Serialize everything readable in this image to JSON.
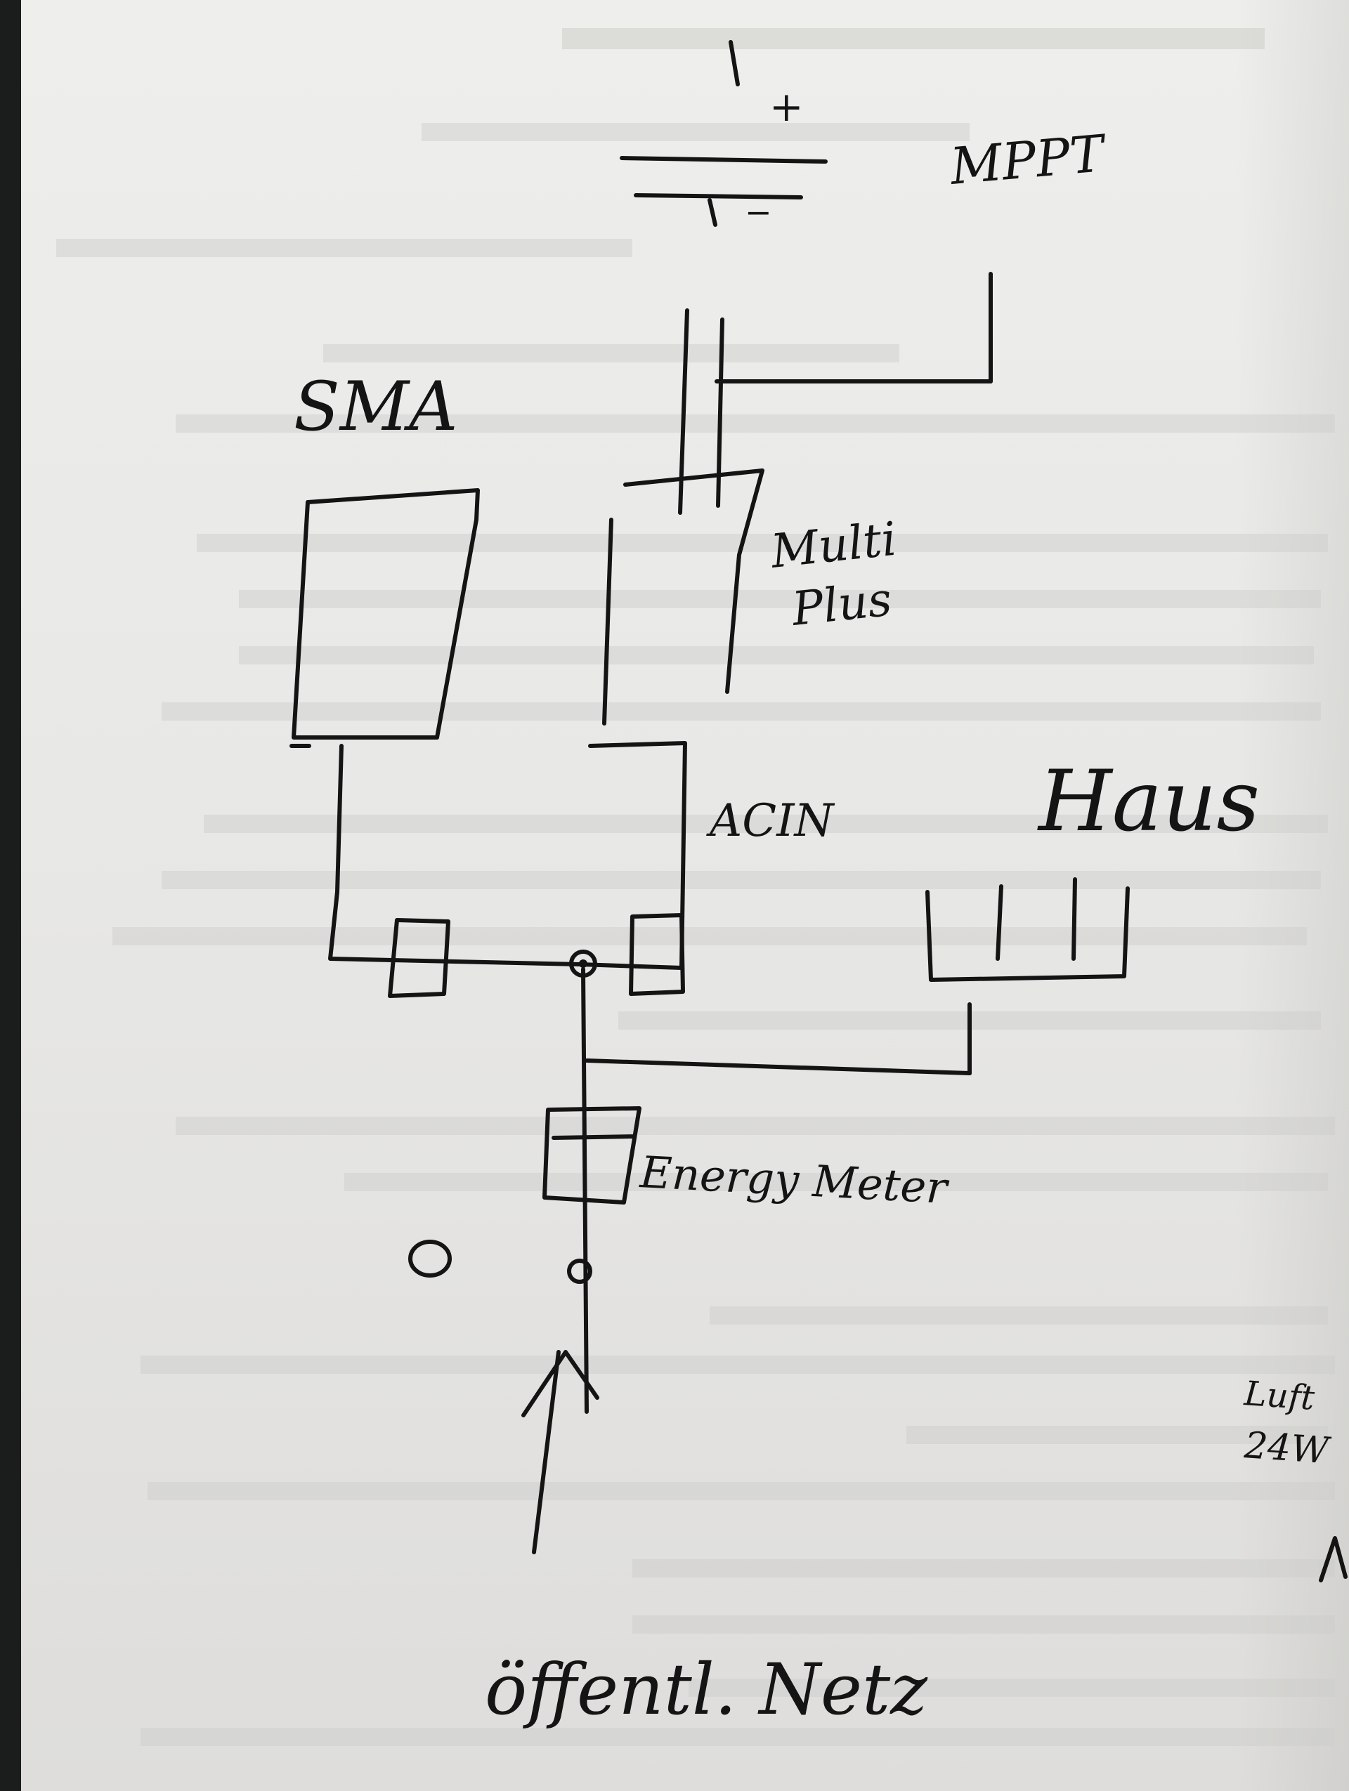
{
  "labels": {
    "battery_plus": "+",
    "battery_minus": "−",
    "mppt": "MPPT",
    "sma": "SMA",
    "multiplus_line1": "Multi",
    "multiplus_line2": "Plus",
    "acin": "ACIN",
    "haus": "Haus",
    "energy_meter": "Energy Meter",
    "power_line1": "Luft",
    "power_line2": "24W",
    "grid": "öffentl. Netz"
  },
  "colors": {
    "ink": "#141414",
    "paper": "#eeeeec",
    "background": "#1b1d1c"
  }
}
